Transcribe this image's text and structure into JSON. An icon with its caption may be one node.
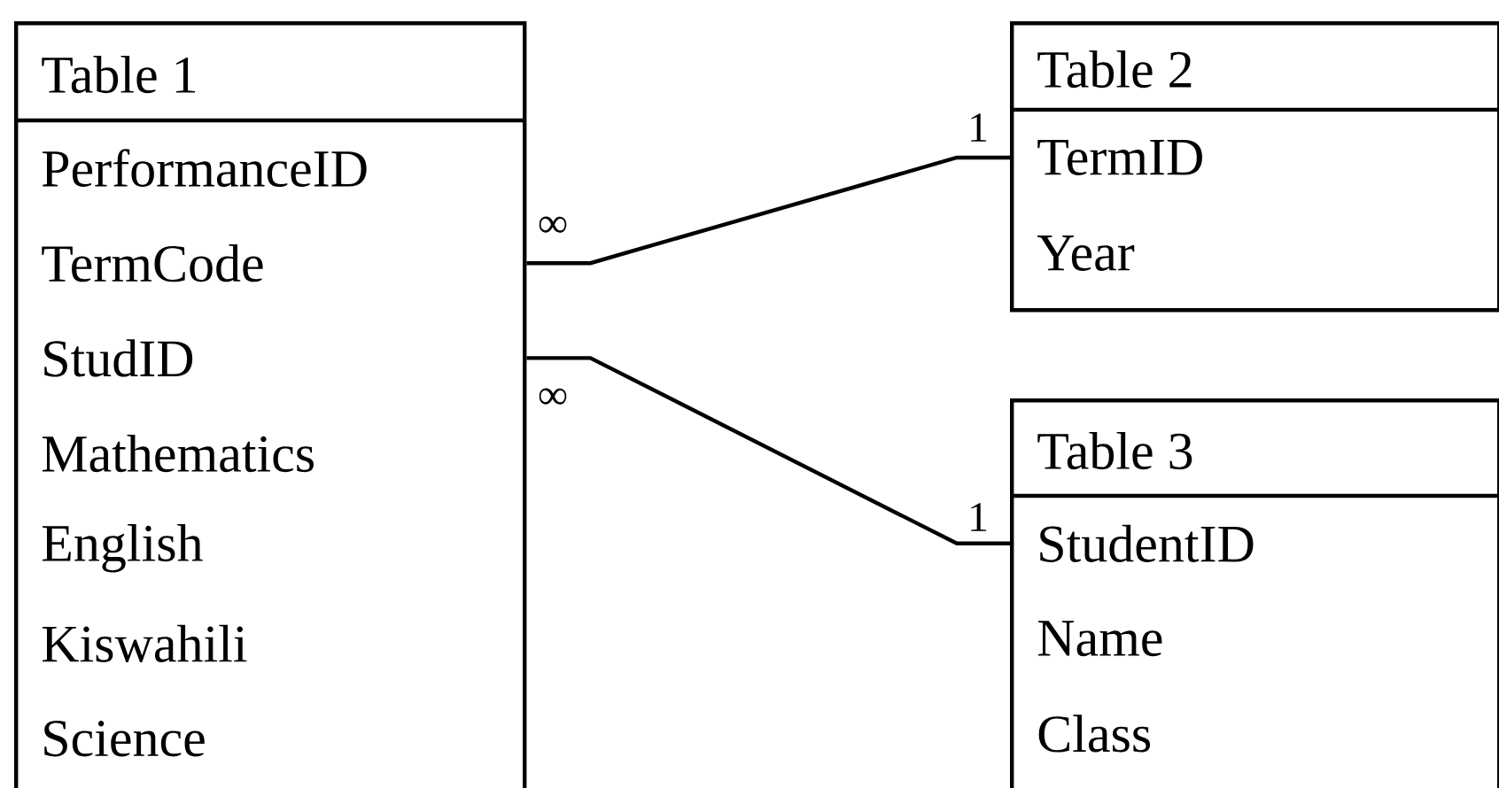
{
  "diagram": {
    "nodes": [
      {
        "text": [
          "Table 1"
        ]
      },
      {
        "text": [
          "PerformanceID"
        ],
        "in": 0
      },
      {
        "text": [
          "TermCode"
        ],
        "in": 0
      },
      {
        "text": [
          "StudID"
        ],
        "in": 0
      },
      {
        "text": [
          "Mathematics"
        ],
        "in": 0
      },
      {
        "text": [
          "English"
        ],
        "in": 0
      },
      {
        "text": [
          "Kiswahili"
        ],
        "in": 0
      },
      {
        "text": [
          "Science"
        ],
        "in": 0
      },
      {
        "text": [
          "Table 2"
        ]
      },
      {
        "text": [
          "TermID"
        ],
        "in": 8
      },
      {
        "text": [
          "Year"
        ],
        "in": 8
      },
      {
        "text": [
          "Table 3"
        ]
      },
      {
        "text": [
          "StudentID"
        ],
        "in": 11
      },
      {
        "text": [
          "Name"
        ],
        "in": 11
      },
      {
        "text": [
          "Class"
        ],
        "in": 11
      }
    ],
    "edges": [
      {
        "from": 0,
        "to": 8,
        "arrow": "none"
      },
      {
        "from": 0,
        "to": 11,
        "arrow": "none"
      }
    ],
    "labels": [
      "1",
      "∞",
      "∞",
      "1"
    ]
  }
}
